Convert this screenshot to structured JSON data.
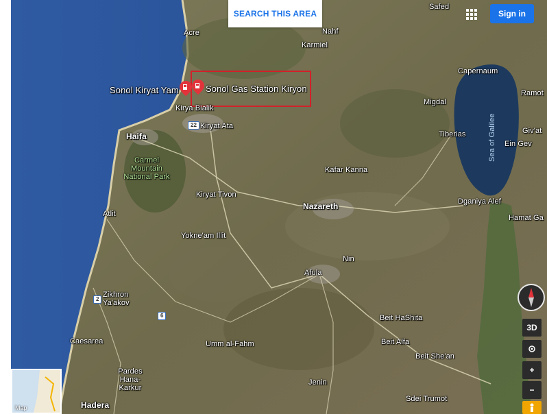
{
  "toolbar": {
    "search_area_label": "SEARCH THIS AREA",
    "sign_in_label": "Sign in",
    "apps_icon": "grid-apps-icon"
  },
  "highlight_color": "#d3202a",
  "places": {
    "safed": "Safed",
    "acre": "Acre",
    "nahf": "Nahf",
    "karmiel": "Karmiel",
    "capernaum": "Capernaum",
    "ramot": "Ramot",
    "sonol_kiryat_yam": "Sonol Kiryat Yam",
    "sonol_gas_station": "Sonol Gas Station Kiryon",
    "migdal": "Migdal",
    "kiryat_bialik": "Kirya Bialik",
    "kiryat_ata": "Kiryat Ata",
    "haifa": "Haifa",
    "tiberias": "Tiberias",
    "givat": "Giv'at",
    "ein_gev": "Ein Gev",
    "sea_of_galilee": "Sea of Galilee",
    "carmel_park": "Carmel Mountain National Park",
    "kafar_kanna": "Kafar Kanna",
    "kiryat_tivon": "Kiryat Tivon",
    "nazareth": "Nazareth",
    "dganiya_alef": "Dganiya Alef",
    "hamat_gader": "Hamat Ga",
    "atlit": "Atlit",
    "yokneam": "Yokne'am Illit",
    "nin": "Nin",
    "afula": "Afula",
    "zikhron": "Zikhron Ya'akov",
    "beit_hashita": "Beit HaShita",
    "beit_alfa": "Beit Alfa",
    "caesarea": "Caesarea",
    "umm_al_fahm": "Umm al-Fahm",
    "beit_shean": "Beit She'an",
    "pardes_hanna": "Pardes Hana-Karkur",
    "jenin": "Jenin",
    "hadera": "Hadera",
    "sdei_trumot": "Sdei Trumot"
  },
  "road_shields": {
    "r22": "22",
    "r2": "2",
    "r6": "6"
  },
  "controls": {
    "three_d": "3D",
    "zoom_in": "+",
    "zoom_out": "−",
    "minimap_label": "Map"
  },
  "icons": {
    "gas_pin": "gas-station-pin-icon",
    "compass": "compass-icon",
    "location": "my-location-icon",
    "pegman": "pegman-icon"
  }
}
